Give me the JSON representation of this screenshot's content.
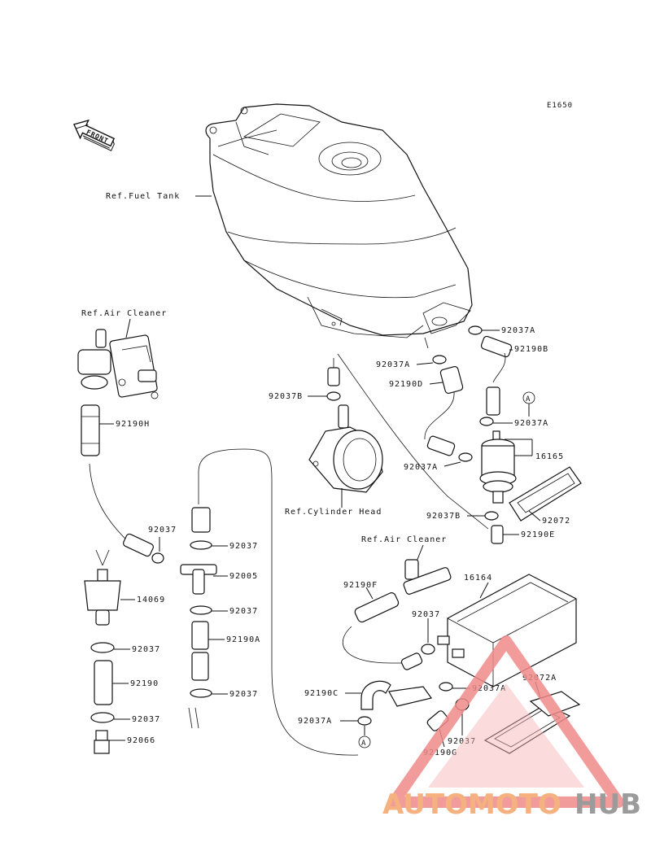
{
  "diagram_code": "E1650",
  "front_label": "FRONT",
  "refs": {
    "fuel_tank": "Ref.Fuel Tank",
    "air_cleaner_top": "Ref.Air Cleaner",
    "cylinder_head": "Ref.Cylinder Head",
    "air_cleaner_mid": "Ref.Air Cleaner"
  },
  "callout_marker": "A",
  "parts": {
    "p92037A_1": "92037A",
    "p92190B": "92190B",
    "p92037A_2": "92037A",
    "p92190D": "92190D",
    "p92037B_1": "92037B",
    "p92037A_3": "92037A",
    "p16165": "16165",
    "p92037A_4": "92037A",
    "p92072": "92072",
    "p92037B_2": "92037B",
    "p92190E": "92190E",
    "p92190H": "92190H",
    "p92037_1": "92037",
    "p92037_2": "92037",
    "p92005": "92005",
    "p14069": "14069",
    "p92037_3": "92037",
    "p92037_4": "92037",
    "p92190A": "92190A",
    "p92190": "92190",
    "p92037_5": "92037",
    "p92037_6": "92037",
    "p92066": "92066",
    "p16164": "16164",
    "p92190F": "92190F",
    "p92037_7": "92037",
    "p92072A": "92072A",
    "p92037A_5": "92037A",
    "p92190C": "92190C",
    "p92037A_6": "92037A",
    "p92037_8": "92037",
    "p92190G": "92190G"
  },
  "watermark": {
    "part1": "AUTOMOTO",
    "part2": "HUB",
    "color1": "#f4a46a",
    "color2": "#8a8a8a",
    "triangle_color": "#f08a8a"
  }
}
